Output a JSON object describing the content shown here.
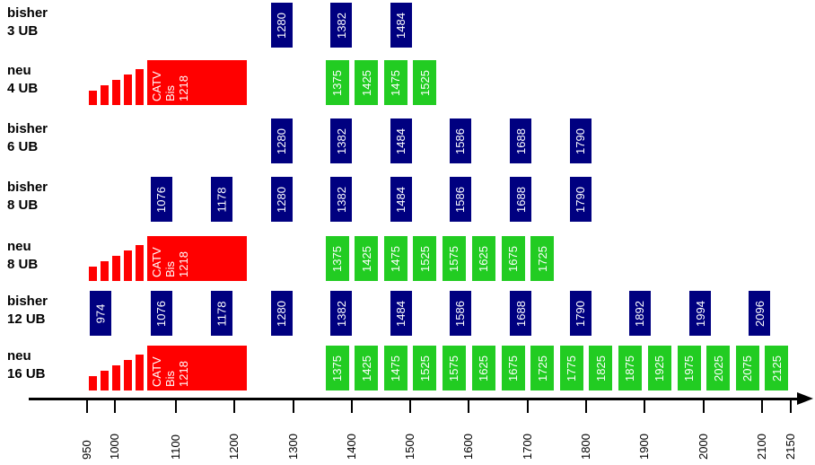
{
  "rows": [
    {
      "label1": "bisher",
      "label2": "3 UB",
      "catv": null,
      "blue": [
        "1280",
        "1382",
        "1484"
      ],
      "green": []
    },
    {
      "label1": "neu",
      "label2": "4 UB",
      "catv": [
        "CATV",
        "Bis",
        "1218"
      ],
      "blue": [],
      "green": [
        "1375",
        "1425",
        "1475",
        "1525"
      ]
    },
    {
      "label1": "bisher",
      "label2": "6 UB",
      "catv": null,
      "blue": [
        "1280",
        "1382",
        "1484",
        "1586",
        "1688",
        "1790"
      ],
      "green": []
    },
    {
      "label1": "bisher",
      "label2": "8 UB",
      "catv": null,
      "blue": [
        "1076",
        "1178",
        "1280",
        "1382",
        "1484",
        "1586",
        "1688",
        "1790"
      ],
      "green": []
    },
    {
      "label1": "neu",
      "label2": "8 UB",
      "catv": [
        "CATV",
        "Bis",
        "1218"
      ],
      "blue": [],
      "green": [
        "1375",
        "1425",
        "1475",
        "1525",
        "1575",
        "1625",
        "1675",
        "1725"
      ]
    },
    {
      "label1": "bisher",
      "label2": "12 UB",
      "catv": null,
      "blue": [
        "974",
        "1076",
        "1178",
        "1280",
        "1382",
        "1484",
        "1586",
        "1688",
        "1790",
        "1892",
        "1994",
        "2096"
      ],
      "green": []
    },
    {
      "label1": "neu",
      "label2": "16 UB",
      "catv": [
        "CATV",
        "Bis",
        "1218"
      ],
      "blue": [],
      "green": [
        "1375",
        "1425",
        "1475",
        "1525",
        "1575",
        "1625",
        "1675",
        "1725",
        "1775",
        "1825",
        "1875",
        "1925",
        "1975",
        "2025",
        "2075",
        "2125"
      ]
    }
  ],
  "axis": {
    "ticks": [
      "950",
      "1000",
      "1100",
      "1200",
      "1300",
      "1400",
      "1500",
      "1600",
      "1700",
      "1800",
      "1900",
      "2000",
      "2100",
      "2150"
    ]
  },
  "colors": {
    "legacy": "#000080",
    "new": "#22cc22",
    "catv": "#ff0000"
  }
}
